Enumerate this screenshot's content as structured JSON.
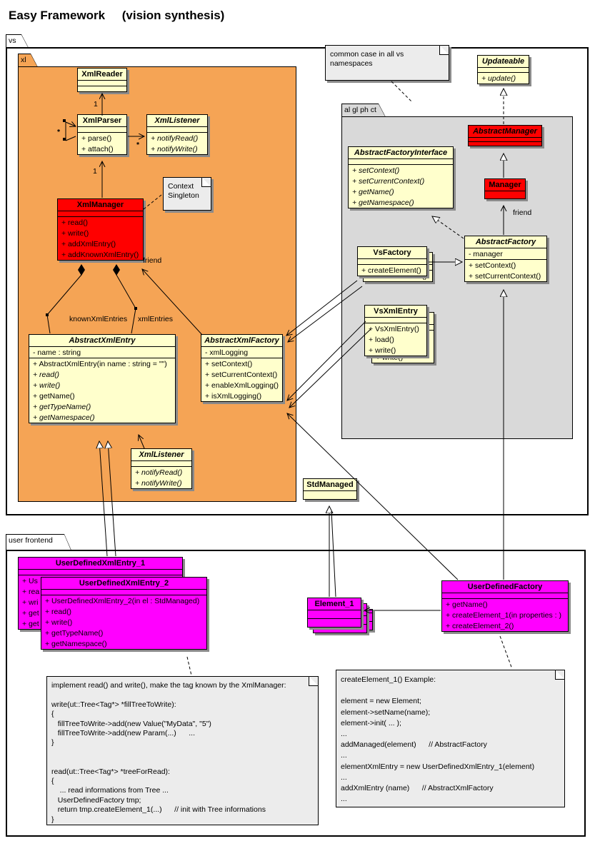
{
  "title": "Easy Framework     (vision synthesis)",
  "colors": {
    "orange_package": "#F5A455",
    "red_class": "#FF0000",
    "magenta_class": "#FF00FF",
    "cream_class": "#FFFFCC",
    "gray_package": "#D9D9D9",
    "note_gray": "#ECECEC"
  },
  "packages": {
    "vs": "vs",
    "xl": "xl",
    "algl": "al gl ph ct",
    "uf": "user frontend"
  },
  "classes": {
    "xml_reader": {
      "name": "XmlReader",
      "attrs": [],
      "methods": []
    },
    "xml_parser": {
      "name": "XmlParser",
      "attrs": [],
      "methods": [
        "+ parse()",
        "+ attach()"
      ]
    },
    "xml_listener_a": {
      "name": "XmlListener",
      "attrs": [],
      "methods": [
        {
          "t": "+ notifyRead()",
          "i": true
        },
        {
          "t": "+ notifyWrite()",
          "i": true
        }
      ]
    },
    "xml_manager": {
      "name": "XmlManager",
      "attrs": [],
      "methods": [
        "+ read()",
        "+ write()",
        "+ addXmlEntry()",
        "+ addKnownXmlEntry()"
      ]
    },
    "abstract_xml_entry": {
      "name": "AbstractXmlEntry",
      "attrs": [
        "- name : string"
      ],
      "methods": [
        "+ AbstractXmlEntry(in name : string = \"\")",
        {
          "t": "+ read()",
          "i": true
        },
        {
          "t": "+ write()",
          "i": true
        },
        "+ getName()",
        {
          "t": "+ getTypeName()",
          "i": true
        },
        {
          "t": "+ getNamespace()",
          "i": true
        }
      ]
    },
    "abstract_xml_factory": {
      "name": "AbstractXmlFactory",
      "attrs": [
        "- xmlLogging"
      ],
      "methods": [
        "+ setContext()",
        "+ setCurrentContext()",
        "+ enableXmlLogging()",
        "+ isXmlLogging()"
      ]
    },
    "xml_listener_b": {
      "name": "XmlListener",
      "attrs": [],
      "methods": [
        {
          "t": "+ notifyRead()",
          "i": true
        },
        {
          "t": "+ notifyWrite()",
          "i": true
        }
      ]
    },
    "updateable": {
      "name": "Updateable",
      "attrs": [],
      "methods": [
        {
          "t": "+ update()",
          "i": true
        }
      ]
    },
    "abstract_manager": {
      "name": "AbstractManager",
      "attrs": [],
      "methods": []
    },
    "abstract_factory_interface": {
      "name": "AbstractFactoryInterface",
      "attrs": [],
      "methods": [
        {
          "t": "+ setContext()",
          "i": true
        },
        {
          "t": "+ setCurrentContext()",
          "i": true
        },
        {
          "t": "+ getName()",
          "i": true
        },
        {
          "t": "+ getNamespace()",
          "i": true
        }
      ]
    },
    "manager": {
      "name": "Manager",
      "attrs": []
    },
    "abstract_factory": {
      "name": "AbstractFactory",
      "attrs": [
        "- manager"
      ],
      "methods": [
        "+ setContext()",
        "+ setCurrentContext()"
      ]
    },
    "vs_factory": {
      "name": "VsFactory",
      "attrs": [],
      "methods": [
        "+ createElement()"
      ]
    },
    "vs_xml_entry": {
      "name": "VsXmlEntry",
      "attrs": [],
      "methods": [
        "+ VsXmlEntry()",
        "+ load()",
        "+ write()"
      ]
    },
    "std_managed": {
      "name": "StdManaged",
      "attrs": []
    },
    "udxe1": {
      "name": "UserDefinedXmlEntry_1",
      "attrs": [],
      "methods": [
        "+ Us",
        "+ rea",
        "+ wri",
        "+ get",
        "+ get"
      ]
    },
    "udxe2": {
      "name": "UserDefinedXmlEntry_2",
      "attrs": [],
      "methods": [
        "+ UserDefinedXmlEntry_2(in el : StdManaged)",
        "+ read()",
        "+ write()",
        "+ getTypeName()",
        "+ getNamespace()"
      ]
    },
    "element1": {
      "name": "Element_1",
      "stack_label": "2",
      "attrs": [],
      "methods": []
    },
    "udf": {
      "name": "UserDefinedFactory",
      "attrs": [],
      "methods": [
        "+ getName()",
        "+ createElement_1(in properties : )",
        "+ createElement_2()"
      ]
    }
  },
  "notes": {
    "context": {
      "lines": [
        "Context",
        "Singleton"
      ]
    },
    "common": {
      "lines": [
        "common case in all vs",
        "namespaces"
      ]
    },
    "left": {
      "lines": [
        "implement read() and write(), make the tag known by the XmlManager:",
        "",
        "write(ut::Tree<Tag*> *fillTreeToWrite):",
        "{",
        "   fillTreeToWrite->add(new Value(\"MyData\", \"5\")",
        "   fillTreeToWrite->add(new Param(...)      ...",
        "}",
        "",
        "",
        "read(ut::Tree<Tag*> *treeForRead):",
        "{",
        "    ... read informations from Tree ...",
        "   UserDefinedFactory tmp;",
        "   return tmp.createElement_1(...)      // init with Tree informations",
        "}"
      ]
    },
    "right": {
      "lines": [
        "createElement_1() Example:",
        "",
        "element = new Element;",
        "element->setName(name);",
        "element->init( ... );",
        "...",
        "addManaged(element)      // AbstractFactory",
        "...",
        "elementXmlEntry = new UserDefinedXmlEntry_1(element)",
        "...",
        "addXmlEntry (name)      // AbstractXmlFactory",
        "..."
      ]
    }
  },
  "labels": {
    "m1a": "1",
    "star_a": "*",
    "star_b": "*",
    "m1b": "1",
    "friend_a": "friend",
    "known": "knownXmlEntries",
    "entries": "xmlEntries",
    "friend_b": "friend"
  }
}
